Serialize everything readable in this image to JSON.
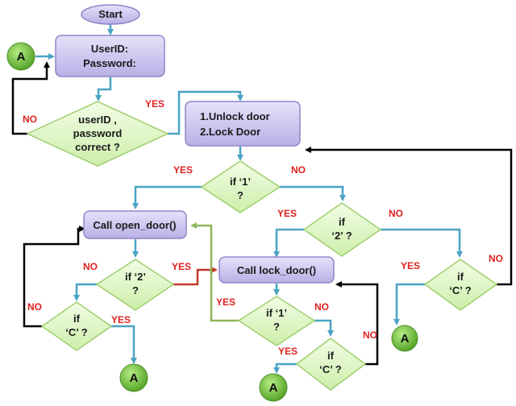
{
  "colors": {
    "process_fill": "#ccc6ee",
    "process_stroke": "#8f86c9",
    "decision_fill": "#e2f8c8",
    "decision_stroke": "#9ecf6d",
    "connector_fill": "#6ec23f",
    "arrow_blue": "#4aa3c4",
    "arrow_black": "#000000",
    "arrow_red": "#c0392b",
    "arrow_green": "#8fb55a",
    "label_red": "#e02020"
  },
  "nodes": {
    "start": "Start",
    "credentials": [
      "UserID:",
      "Password:"
    ],
    "check_credentials": [
      "userID ,",
      "password",
      "correct ?"
    ],
    "menu": [
      "1.Unlock door",
      "2.Lock Door"
    ],
    "if_1": [
      "if  ‘1’",
      "?"
    ],
    "if_2_top": [
      "if",
      "‘2’ ?"
    ],
    "if_c_right": [
      "if",
      "‘C’ ?"
    ],
    "call_open_door": "Call open_door()",
    "if_2_left": [
      "if  ‘2’",
      "?"
    ],
    "if_c_left": [
      "if",
      "‘C’ ?"
    ],
    "call_lock_door": "Call  lock_door()",
    "if_1_lock": [
      "if  ‘1’",
      "?"
    ],
    "if_c_lock": [
      "if",
      "‘C’ ?"
    ],
    "connector": "A"
  },
  "labels": {
    "yes": "YES",
    "no": "NO"
  }
}
